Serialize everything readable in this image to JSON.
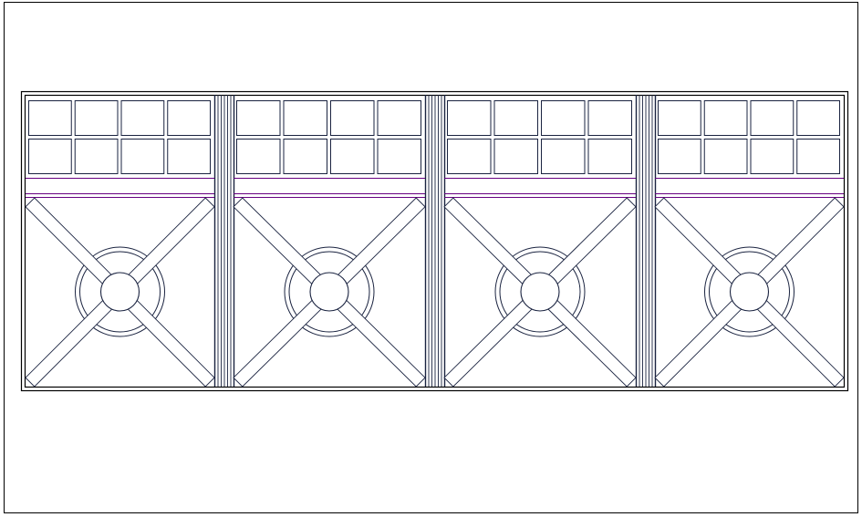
{
  "drawing": {
    "type": "gate elevation",
    "panel_count": 4,
    "glass_rows": 2,
    "glass_columns_per_panel": 4,
    "colors": {
      "frame": "#000000",
      "line": "#1a2340",
      "accent": "#660080",
      "background": "#ffffff"
    }
  }
}
